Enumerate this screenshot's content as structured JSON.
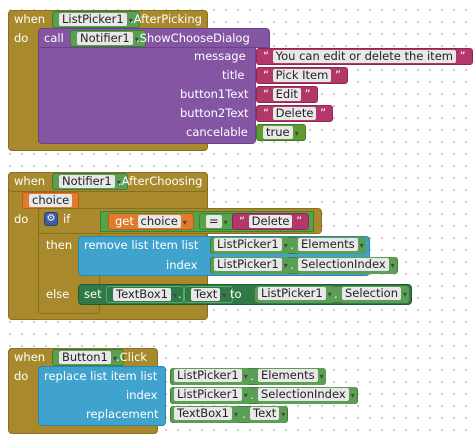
{
  "blocks": {
    "when": "when",
    "do": "do",
    "if": "if",
    "then": "then",
    "else": "else",
    "call": "call",
    "get": "get",
    "set": "set",
    "to": "to",
    "dot": "."
  },
  "event1": {
    "component": "ListPicker1",
    "event": ".AfterPicking",
    "method_component": "Notifier1",
    "method": ".ShowChooseDialog",
    "params": {
      "message_label": "message",
      "message_value": "You can edit or delete the item",
      "title_label": "title",
      "title_value": "Pick Item",
      "button1_label": "button1Text",
      "button1_value": "Edit",
      "button2_label": "button2Text",
      "button2_value": "Delete",
      "cancelable_label": "cancelable",
      "cancelable_value": "true"
    }
  },
  "event2": {
    "component": "Notifier1",
    "event": ".AfterChoosing",
    "param": "choice",
    "get_var": "choice",
    "compare_op": "=",
    "compare_value": "Delete",
    "then_block": "remove list item  list",
    "then_list_component": "ListPicker1",
    "then_list_prop": "Elements",
    "index_label": "index",
    "index_component": "ListPicker1",
    "index_prop": "SelectionIndex",
    "else_set_component": "TextBox1",
    "else_set_prop": "Text",
    "else_to_component": "ListPicker1",
    "else_to_prop": "Selection"
  },
  "event3": {
    "component": "Button1",
    "event": ".Click",
    "block": "replace list item  list",
    "list_component": "ListPicker1",
    "list_prop": "Elements",
    "index_label": "index",
    "index_component": "ListPicker1",
    "index_prop": "SelectionIndex",
    "replacement_label": "replacement",
    "replacement_component": "TextBox1",
    "replacement_prop": "Text"
  },
  "colors": {
    "event": "#a8892c",
    "procedure": "#8355a3",
    "list": "#3fa3cd",
    "setter": "#2f7a47",
    "component": "#5b9f54",
    "string": "#b3386a",
    "logic": "#5e9c32",
    "variable": "#e07b2d"
  },
  "icons": {
    "dropdown": "▾",
    "gear": "⚙"
  }
}
